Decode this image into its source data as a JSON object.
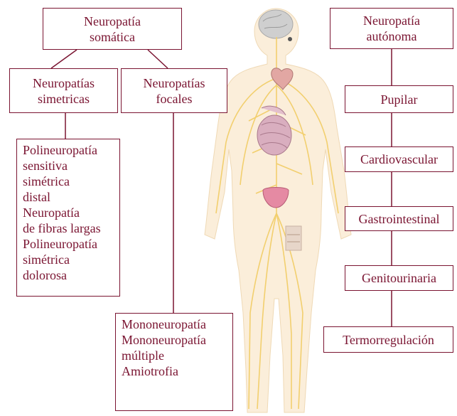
{
  "somatic": {
    "title": [
      "Neuropatía",
      "somática"
    ],
    "symmetric": {
      "title": [
        "Neuropatías",
        "simetricas"
      ],
      "items": [
        "Polineuropatía",
        "sensitiva",
        "simétrica",
        "distal",
        "Neuropatía",
        "de fibras largas",
        "Polineuropatía",
        "simétrica",
        "dolorosa"
      ]
    },
    "focal": {
      "title": [
        "Neuropatías",
        "focales"
      ],
      "items": [
        "Mononeuropatía",
        "Mononeuropatía",
        "múltiple",
        "Amiotrofia"
      ]
    }
  },
  "autonomic": {
    "title": [
      "Neuropatía",
      "autónoma"
    ],
    "items": [
      "Pupilar",
      "Cardiovascular",
      "Gastrointestinal",
      "Genitourinaria",
      "Termorregulación"
    ]
  },
  "colors": {
    "border": "#7a1431",
    "text": "#7a1431",
    "nerves": "#f2d27a",
    "body": "#fbeeda"
  },
  "illustration": "human-nervous-system"
}
